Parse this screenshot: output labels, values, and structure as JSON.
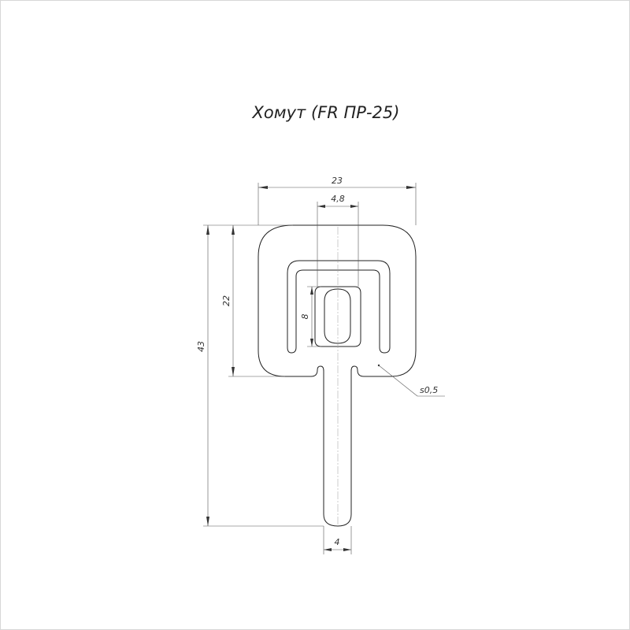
{
  "title": "Хомут (FR ПР-25)",
  "dimensions": {
    "overall_width": "23",
    "slot_width": "4,8",
    "head_height": "22",
    "total_height": "43",
    "slot_height": "8",
    "stem_width": "4",
    "thickness": "s0,5"
  },
  "colors": {
    "line": "#222222",
    "dimension_line": "#555555",
    "background": "#ffffff"
  }
}
